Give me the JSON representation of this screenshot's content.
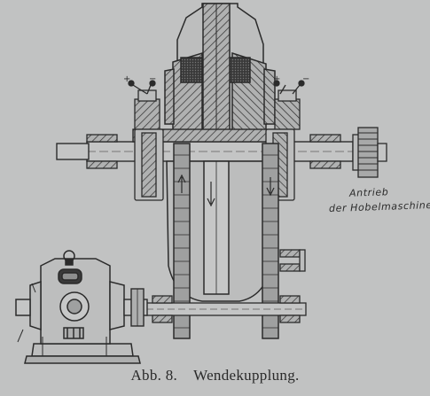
{
  "figure": {
    "label_line_1": "Antrieb",
    "label_line_2": "der Hobelmaschine",
    "symbol_left_plus": "+",
    "symbol_left_minus": "−",
    "symbol_right_plus": "+",
    "symbol_right_minus": "−"
  },
  "caption": {
    "number": "Abb. 8.",
    "title": "Wendekupplung."
  }
}
